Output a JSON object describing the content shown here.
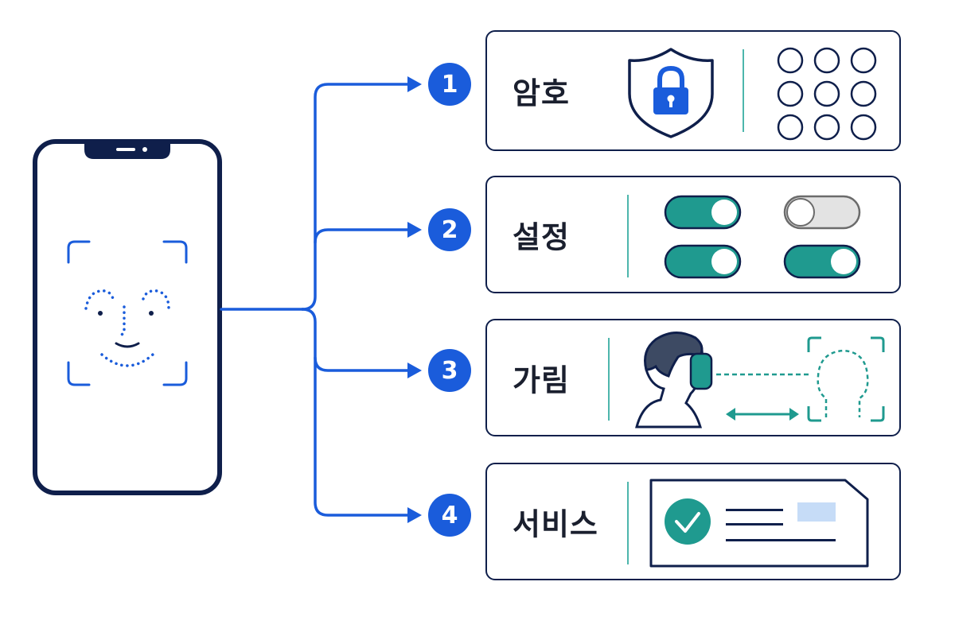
{
  "steps": [
    {
      "number": "1",
      "label": "암호"
    },
    {
      "number": "2",
      "label": "설정"
    },
    {
      "number": "3",
      "label": "가림"
    },
    {
      "number": "4",
      "label": "서비스"
    }
  ],
  "toggles": [
    {
      "state": "on"
    },
    {
      "state": "off"
    },
    {
      "state": "on"
    },
    {
      "state": "on"
    }
  ],
  "colors": {
    "accent_blue": "#1a5cdb",
    "navy": "#0f1f4b",
    "teal": "#1f9a8f",
    "teal_light": "#4db6ac",
    "off_gray": "#d9d9d9"
  },
  "icons": {
    "phone": "smartphone-icon",
    "face": "face-id-icon",
    "shield": "shield-lock-icon",
    "keypad": "pin-keypad-icon",
    "person": "person-profile-icon",
    "face_outline": "face-outline-scan-icon",
    "card": "verified-card-icon",
    "check": "check-circle-icon"
  }
}
